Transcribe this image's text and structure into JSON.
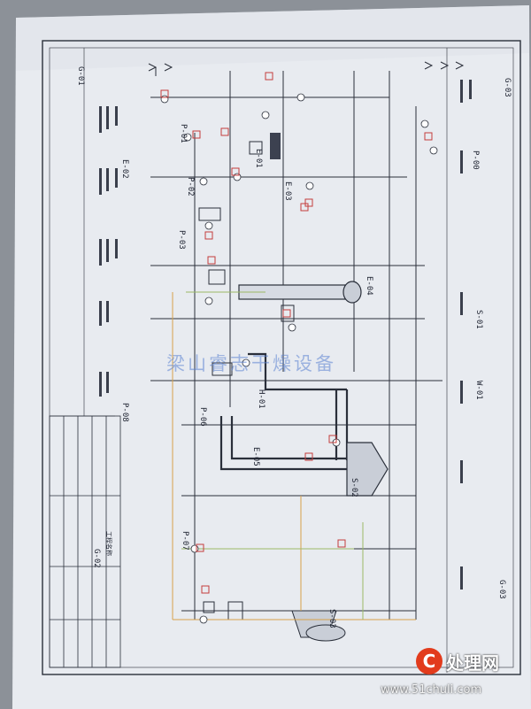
{
  "equipment_tags": {
    "g01": "G-01",
    "g02": "G-02",
    "g03a": "G-03",
    "g03b": "G-03",
    "p00": "P-00",
    "p01": "P-01",
    "p02": "P-02",
    "p03": "P-03",
    "p06": "P-06",
    "p07": "P-07",
    "p08": "P-08",
    "e01": "E-01",
    "e02": "E-02",
    "e03": "E-03",
    "e04": "E-04",
    "e05": "E-05",
    "s01": "S-01",
    "s02": "S-02",
    "s03": "S-03",
    "w01": "W-01",
    "h01": "H-01"
  },
  "title_block": {
    "project": "工程名称"
  },
  "watermark": "梁山睿志干燥设备",
  "brand": {
    "logo_letter": "C",
    "logo_text": "处理网",
    "url": "www.51chuli.com"
  },
  "colors": {
    "paper": "#e9ecf1",
    "line": "#2a2f3a",
    "orange_line": "#d8a24a",
    "green_line": "#9cba66",
    "red_mark": "#c43c3c"
  }
}
